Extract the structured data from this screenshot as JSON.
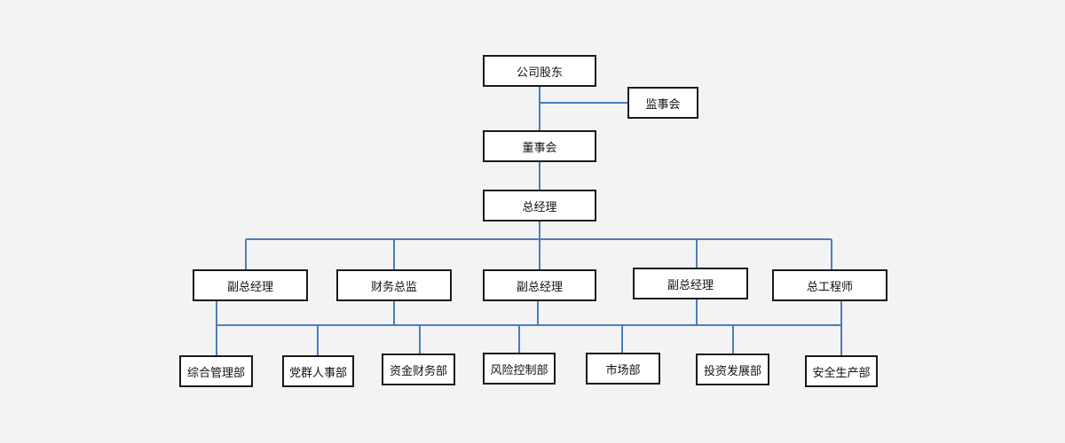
{
  "colors": {
    "background": "#f3f3f3",
    "connector": "#4a7ebb",
    "box_border": "#1a1a1a",
    "box_fill": "#ffffff"
  },
  "org": {
    "shareholders": "公司股东",
    "supervisory_board": "监事会",
    "board": "董事会",
    "general_manager": "总经理",
    "executives": [
      "副总经理",
      "财务总监",
      "副总经理",
      "副总经理",
      "总工程师"
    ],
    "departments": [
      "综合管理部",
      "党群人事部",
      "资金财务部",
      "风险控制部",
      "市场部",
      "投资发展部",
      "安全生产部"
    ]
  }
}
